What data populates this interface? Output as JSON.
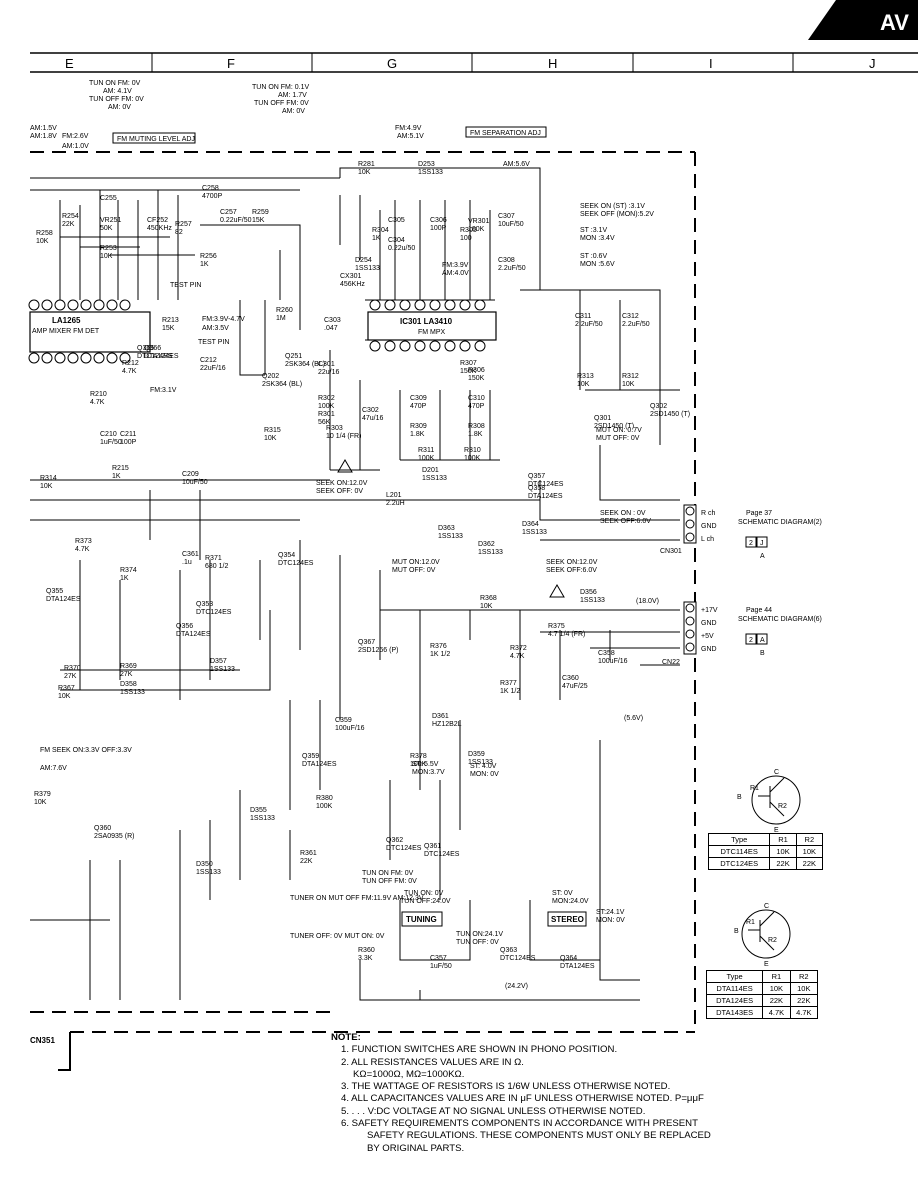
{
  "header": {
    "corner_text": "AV",
    "columns": [
      "E",
      "F",
      "G",
      "H",
      "I",
      "J"
    ]
  },
  "labels": {
    "fm_muting_adj": "FM MUTING LEVEL ADJ",
    "fm_separation_adj": "FM SEPARATION ADJ",
    "test_pin_1": "TEST PIN",
    "test_pin_2": "TEST PIN",
    "ic201": "LA1265",
    "ic201_sub": "AMP MIXER FM DET",
    "ic301": "IC301 LA3410",
    "ic301_sub": "FM MPX",
    "cx301": "CX301",
    "cx301_freq": "456KHz",
    "tuning_box": "TUNING",
    "stereo_box": "STEREO",
    "cn301": "CN301",
    "cn22": "CN22",
    "cn351": "CN351"
  },
  "components": [
    {
      "ref": "R281",
      "value": "10K"
    },
    {
      "ref": "D253",
      "value": "1SS133"
    },
    {
      "ref": "C255",
      "value": ""
    },
    {
      "ref": "VR251",
      "value": "50K"
    },
    {
      "ref": "CF252",
      "value": "450KHz"
    },
    {
      "ref": "R257",
      "value": "82"
    },
    {
      "ref": "C257",
      "value": "0.22uF/50"
    },
    {
      "ref": "R259",
      "value": "15K"
    },
    {
      "ref": "C258",
      "value": "4700P"
    },
    {
      "ref": "R256",
      "value": "1K"
    },
    {
      "ref": "R254",
      "value": "22K"
    },
    {
      "ref": "R258",
      "value": "10K"
    },
    {
      "ref": "R253",
      "value": "10K"
    },
    {
      "ref": "R213",
      "value": "15K"
    },
    {
      "ref": "R260",
      "value": "1M"
    },
    {
      "ref": "C303",
      "value": ".047"
    },
    {
      "ref": "Q251",
      "value": "2SK364 (BL)"
    },
    {
      "ref": "Q202",
      "value": "2SK364 (BL)"
    },
    {
      "ref": "D254",
      "value": "1SS133"
    },
    {
      "ref": "C305",
      "value": ""
    },
    {
      "ref": "R304",
      "value": "1K"
    },
    {
      "ref": "C304",
      "value": "0.22u/50"
    },
    {
      "ref": "C306",
      "value": "100P"
    },
    {
      "ref": "R305",
      "value": "100"
    },
    {
      "ref": "VR301",
      "value": "100K"
    },
    {
      "ref": "C307",
      "value": "10uF/50"
    },
    {
      "ref": "C308",
      "value": "2.2uF/50"
    },
    {
      "ref": "C311",
      "value": "2.2uF/50"
    },
    {
      "ref": "C312",
      "value": "2.2uF/50"
    },
    {
      "ref": "R212",
      "value": "4.7K"
    },
    {
      "ref": "C212",
      "value": "22uF/16"
    },
    {
      "ref": "R210",
      "value": "4.7K"
    },
    {
      "ref": "C210",
      "value": "1uF/50"
    },
    {
      "ref": "C211",
      "value": "100P"
    },
    {
      "ref": "C301",
      "value": "22u/16"
    },
    {
      "ref": "R302",
      "value": "100K"
    },
    {
      "ref": "R301",
      "value": "56K"
    },
    {
      "ref": "C302",
      "value": "47u/16"
    },
    {
      "ref": "R303",
      "value": "10 1/4 (FR)"
    },
    {
      "ref": "C309",
      "value": "470P"
    },
    {
      "ref": "C310",
      "value": "470P"
    },
    {
      "ref": "R309",
      "value": "1.8K"
    },
    {
      "ref": "R308",
      "value": "1.8K"
    },
    {
      "ref": "R311",
      "value": "100K"
    },
    {
      "ref": "R310",
      "value": "100K"
    },
    {
      "ref": "R307",
      "value": "150K"
    },
    {
      "ref": "R306",
      "value": "150K"
    },
    {
      "ref": "R313",
      "value": "10K"
    },
    {
      "ref": "R312",
      "value": "10K"
    },
    {
      "ref": "Q301",
      "value": "2SD1450 (T)"
    },
    {
      "ref": "Q302",
      "value": "2SD1450 (T)"
    },
    {
      "ref": "R315",
      "value": "10K"
    },
    {
      "ref": "R314",
      "value": "10K"
    },
    {
      "ref": "R215",
      "value": "1K"
    },
    {
      "ref": "C209",
      "value": "10uF/50"
    },
    {
      "ref": "L201",
      "value": "2.2uH"
    },
    {
      "ref": "D201",
      "value": "1SS133"
    },
    {
      "ref": "Q357",
      "value": "DTC124ES"
    },
    {
      "ref": "Q358",
      "value": "DTA124ES"
    },
    {
      "ref": "D364",
      "value": "1SS133"
    },
    {
      "ref": "D363",
      "value": "1SS133"
    },
    {
      "ref": "D362",
      "value": "1SS133"
    },
    {
      "ref": "R373",
      "value": "4.7K"
    },
    {
      "ref": "R374",
      "value": "1K"
    },
    {
      "ref": "C361",
      "value": ".1u"
    },
    {
      "ref": "Q354",
      "value": "DTC124ES"
    },
    {
      "ref": "Q355",
      "value": "DTA124ES"
    },
    {
      "ref": "R371",
      "value": "680 1/2"
    },
    {
      "ref": "Q353",
      "value": "DTC124ES"
    },
    {
      "ref": "Q356",
      "value": "DTA124ES"
    },
    {
      "ref": "R370",
      "value": "27K"
    },
    {
      "ref": "R369",
      "value": "27K"
    },
    {
      "ref": "D357",
      "value": "1SS133"
    },
    {
      "ref": "R367",
      "value": "10K"
    },
    {
      "ref": "D358",
      "value": "1SS133"
    },
    {
      "ref": "D356",
      "value": "1SS133"
    },
    {
      "ref": "R368",
      "value": "10K"
    },
    {
      "ref": "R375",
      "value": "4.7 1/4 (FR)"
    },
    {
      "ref": "Q367",
      "value": "2SD1266 (P)"
    },
    {
      "ref": "R376",
      "value": "1K 1/2"
    },
    {
      "ref": "R372",
      "value": "4.7K"
    },
    {
      "ref": "C358",
      "value": "100uF/16"
    },
    {
      "ref": "R377",
      "value": "1K 1/2"
    },
    {
      "ref": "C360",
      "value": "47uF/25"
    },
    {
      "ref": "C359",
      "value": "100uF/16"
    },
    {
      "ref": "D361",
      "value": "HZ12B2L"
    },
    {
      "ref": "Q359",
      "value": "DTA124ES"
    },
    {
      "ref": "R378",
      "value": "100K"
    },
    {
      "ref": "D359",
      "value": "1SS133"
    },
    {
      "ref": "R379",
      "value": "10K"
    },
    {
      "ref": "Q360",
      "value": "2SA0935 (R)"
    },
    {
      "ref": "D355",
      "value": "1SS133"
    },
    {
      "ref": "R380",
      "value": "100K"
    },
    {
      "ref": "R361",
      "value": "22K"
    },
    {
      "ref": "D350",
      "value": "1SS133"
    },
    {
      "ref": "Q362",
      "value": "DTC124ES"
    },
    {
      "ref": "Q361",
      "value": "DTC124ES"
    },
    {
      "ref": "R360",
      "value": "3.3K"
    },
    {
      "ref": "C357",
      "value": "1uF/50"
    },
    {
      "ref": "Q363",
      "value": "DTC124ES"
    },
    {
      "ref": "Q364",
      "value": "DTA124ES"
    },
    {
      "ref": "Q365",
      "value": "DTC124ES"
    },
    {
      "ref": "Q366",
      "value": "DTA124ES"
    }
  ],
  "voltages": {
    "tun_on_top_e": "TUN ON FM: 0V",
    "am_e": "AM: 4.1V",
    "tun_off_e": "TUN OFF FM: 0V",
    "am0_e": "AM: 0V",
    "tun_on_f": "TUN ON FM: 0.1V",
    "am_f": "AM: 1.7V",
    "tun_off_f": "TUN OFF FM: 0V",
    "am0_f": "AM: 0V",
    "left_15": "AM:1.5V",
    "left_18": "AM:1.8V",
    "fm26": "FM:2.6V",
    "am10": "AM:1.0V",
    "fm49": "FM:4.9V",
    "am51": "AM:5.1V",
    "am56": "AM:5.6V",
    "seek_on_st": "SEEK ON (ST) :3.1V",
    "seek_off_mon": "SEEK OFF (MON):5.2V",
    "st_31": "ST :3.1V",
    "mon_34": "MON :3.4V",
    "st_06": "ST :0.6V",
    "mon_56": "MON :5.6V",
    "fm3v": "FM:3.9V",
    "am4v": "AM:4.0V",
    "fm_3_9_4_7": "FM:3.9V-4.7V",
    "am35": "AM:3.5V",
    "fm31": "FM:3.1V",
    "q301_mut": "MUT ON: 0.7V",
    "q301_mutoff": "MUT OFF: 0V",
    "seek_on_12": "SEEK ON:12.0V",
    "seek_off_0": "SEEK OFF: 0V",
    "seek_on_0": "SEEK ON : 0V",
    "seek_off_6": "SEEK OFF:6.0V",
    "mut_on_12": "MUT ON:12.0V",
    "mut_off_0": "MUT OFF: 0V",
    "seek_on_12b": "SEEK ON:12.0V",
    "seek_off_6b": "SEEK OFF:6.0V",
    "v18": "(18.0V)",
    "v56": "(5.6V)",
    "v242": "(24.2V)",
    "tun_on_fm": "TUN ON FM: 0V",
    "tun_off_fm": "TUN OFF FM: 0V",
    "tuner_on": "TUNER ON MUT OFF FM:11.9V AM:12.3V",
    "tuner_off": "TUNER OFF: 0V MUT ON: 0V",
    "tun_on_0": "TUN ON: 0V",
    "tun_off_24": "TUN OFF:24.0V",
    "tun_on_241": "TUN ON:24.1V",
    "tun_off_0": "TUN OFF: 0V",
    "st_0": "ST: 0V",
    "mon_24": "MON:24.0V",
    "st_241": "ST:24.1V",
    "mon_0": "MON: 0V",
    "st_5v": "ST: 5.5V",
    "mon_37": "MON:3.7V",
    "st_40": "ST: 4.0V",
    "mon0b": "MON: 0V",
    "fm_seek": "FM SEEK ON:3.3V OFF:3.3V",
    "am76": "AM:7.6V",
    "r_ch": "R ch",
    "gnd1": "GND",
    "l_ch": "L ch",
    "p17": "+17V",
    "gnd2": "GND",
    "p5": "+5V",
    "gnd3": "GND"
  },
  "page_refs": {
    "ref1_page": "Page 37",
    "ref1_title": "SCHEMATIC DIAGRAM(2)",
    "ref1_box": "2",
    "ref1_letter": "J",
    "ref1_num": "A",
    "ref2_page": "Page 44",
    "ref2_title": "SCHEMATIC DIAGRAM(6)",
    "ref2_box": "2",
    "ref2_letter": "A",
    "ref2_num": "B"
  },
  "dtc_table": {
    "header": [
      "Type",
      "R1",
      "R2"
    ],
    "rows": [
      [
        "DTC114ES",
        "10K",
        "10K"
      ],
      [
        "DTC124ES",
        "22K",
        "22K"
      ]
    ]
  },
  "dta_table": {
    "header": [
      "Type",
      "R1",
      "R2"
    ],
    "rows": [
      [
        "DTA114ES",
        "10K",
        "10K"
      ],
      [
        "DTA124ES",
        "22K",
        "22K"
      ],
      [
        "DTA143ES",
        "4.7K",
        "4.7K"
      ]
    ]
  },
  "symbol_labels": {
    "c": "C",
    "b": "B",
    "e": "E",
    "r1": "R1",
    "r2": "R2"
  },
  "notes": {
    "title": "NOTE:",
    "lines": [
      "1. FUNCTION SWITCHES ARE SHOWN IN PHONO POSITION.",
      "2. ALL RESISTANCES VALUES ARE IN Ω.",
      "KΩ=1000Ω, MΩ=1000KΩ.",
      "3. THE WATTAGE OF RESISTORS IS 1/6W UNLESS OTHERWISE NOTED.",
      "4. ALL CAPACITANCES VALUES ARE IN μF UNLESS OTHERWISE NOTED. P=μμF",
      "5. . . . V:DC VOLTAGE AT NO SIGNAL UNLESS OTHERWISE NOTED.",
      "6. SAFETY REQUIREMENTS COMPONENTS IN ACCORDANCE WITH PRESENT",
      "SAFETY REGULATIONS. THESE COMPONENTS MUST ONLY BE REPLACED",
      "BY ORIGINAL PARTS."
    ]
  }
}
